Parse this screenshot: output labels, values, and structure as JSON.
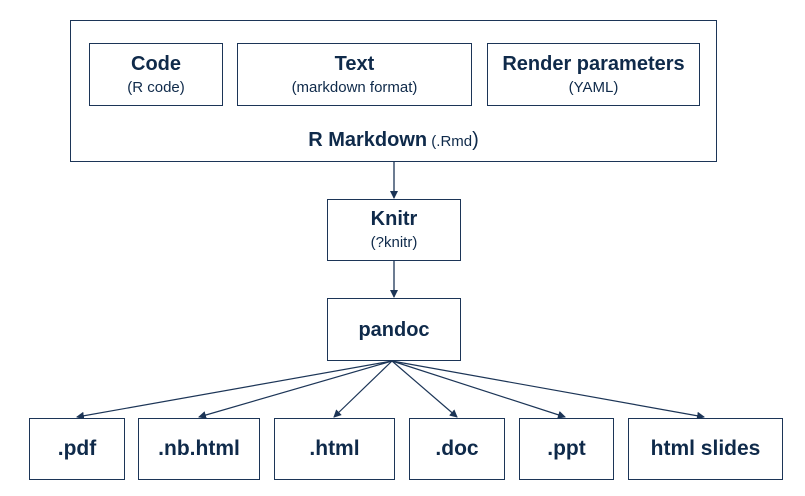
{
  "rmd": {
    "code": {
      "title": "Code",
      "sub": "(R code)"
    },
    "text": {
      "title": "Text",
      "sub": "(markdown format)"
    },
    "render": {
      "title": "Render parameters",
      "sub": "(YAML)"
    },
    "caption_bold": "R Markdown",
    "caption_ext": " (.Rmd",
    "caption_close": ")"
  },
  "knitr": {
    "title": "Knitr",
    "sub": "(?knitr)"
  },
  "pandoc": {
    "title": "pandoc"
  },
  "outputs": [
    ".pdf",
    ".nb.html",
    ".html",
    ".doc",
    ".ppt",
    "html slides"
  ],
  "colors": {
    "box_border": "#1c3557",
    "text": "#0f2a4a",
    "arrow": "#1c3557"
  }
}
